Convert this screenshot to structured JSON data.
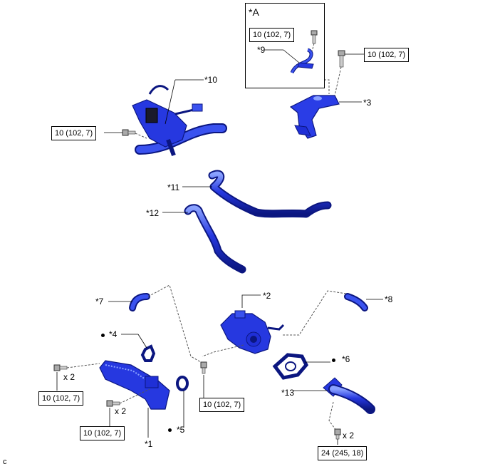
{
  "inset": {
    "title": "*A",
    "callout": "*9",
    "torque": "10 (102, 7)"
  },
  "callouts": {
    "c1": "*1",
    "c2": "*2",
    "c3": "*3",
    "c4": "*4",
    "c5": "*5",
    "c6": "*6",
    "c7": "*7",
    "c8": "*8",
    "c10": "*10",
    "c11": "*11",
    "c12": "*12",
    "c13": "*13"
  },
  "torques": {
    "t_right_top": "10 (102, 7)",
    "t_left_top": "10 (102, 7)",
    "t_left_bolt": "10 (102, 7)",
    "t_left_bolt2": "10 (102, 7)",
    "t_center": "10 (102, 7)",
    "t_right_bottom": "24 (245, 18)"
  },
  "multipliers": {
    "m1": "x 2",
    "m2": "x 2",
    "m3": "x 2"
  },
  "corner_mark": "c",
  "colors": {
    "part_blue": "#1f2fd6",
    "part_dark": "#0a1470",
    "part_light": "#6f8cff",
    "line": "#000000"
  }
}
